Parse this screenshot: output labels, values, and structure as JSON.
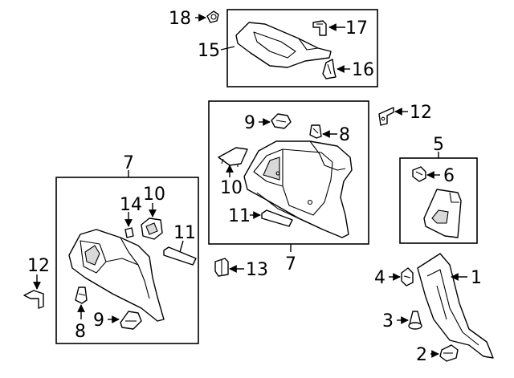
{
  "callouts": {
    "c18": "18",
    "c17": "17",
    "c15": "15",
    "c16": "16",
    "c12_top": "12",
    "c9_center": "9",
    "c8_center": "8",
    "c10_center": "10",
    "c11_center": "11",
    "c7_center": "7",
    "c5": "5",
    "c6": "6",
    "c7_left": "7",
    "c14": "14",
    "c10_left": "10",
    "c11_left": "11",
    "c12_left": "12",
    "c8_left": "8",
    "c9_left": "9",
    "c13": "13",
    "c4": "4",
    "c1": "1",
    "c3": "3",
    "c2": "2"
  }
}
